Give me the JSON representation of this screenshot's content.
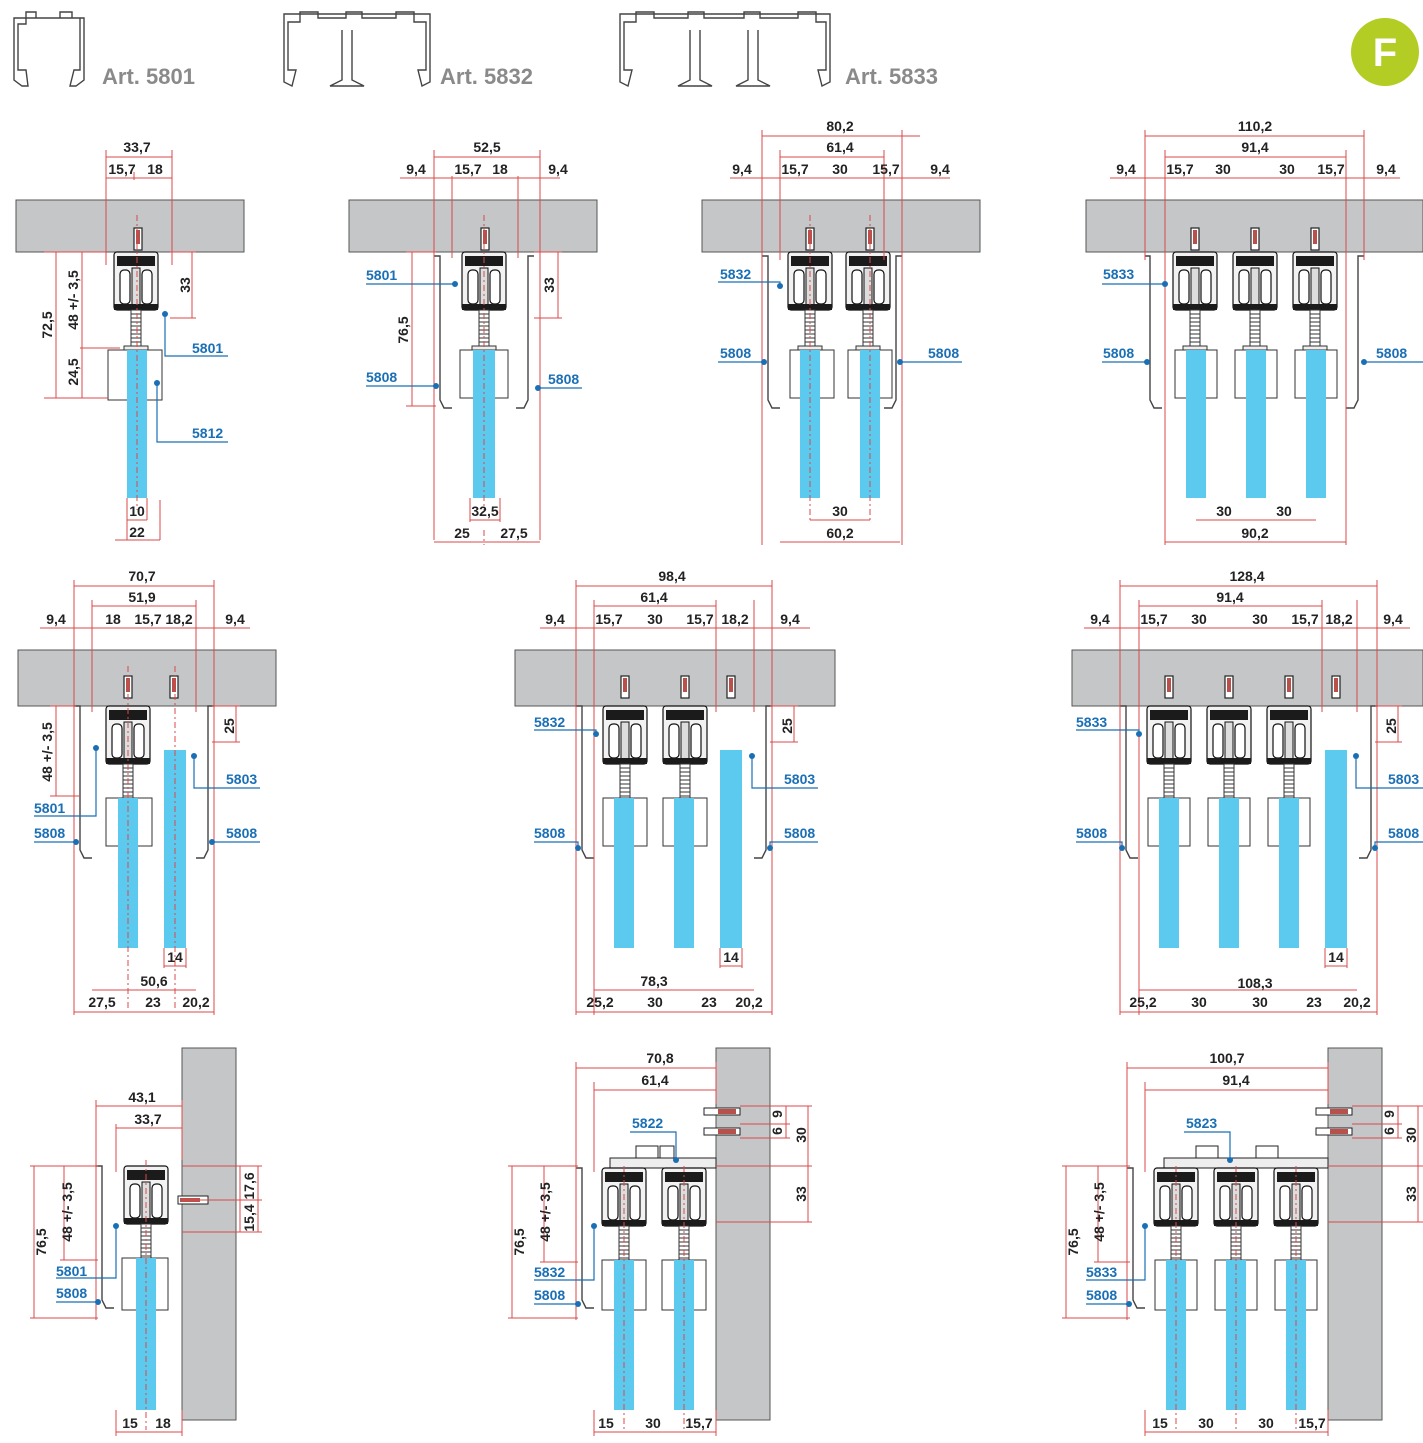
{
  "badge": "F",
  "profiles": [
    {
      "art": "Art. 5801"
    },
    {
      "art": "Art. 5832"
    },
    {
      "art": "Art. 5833"
    }
  ],
  "diagrams": {
    "d1": {
      "w_total": "33,7",
      "w_a": "15,7",
      "w_b": "18",
      "h_total": "72,5",
      "h_adj": "48 +/- 3,5",
      "h_low": "24,5",
      "h_33": "33",
      "lbl_a": "5801",
      "lbl_b": "5812",
      "g_10": "10",
      "g_22": "22"
    },
    "d2": {
      "w_total": "52,5",
      "side_l": "9,4",
      "side_r": "9,4",
      "w_a": "15,7",
      "w_b": "18",
      "h_total": "76,5",
      "h_33": "33",
      "lbl_a": "5801",
      "lbl_b": "5808",
      "lbl_c": "5808",
      "b_mid": "32,5",
      "b_l": "25",
      "b_r": "27,5"
    },
    "d3": {
      "w_total": "80,2",
      "w_inner": "61,4",
      "side_l": "9,4",
      "side_r": "9,4",
      "w_a": "15,7",
      "w_b": "30",
      "w_c": "15,7",
      "lbl_a": "5832",
      "lbl_b": "5808",
      "lbl_c": "5808",
      "b_30": "30",
      "b_total": "60,2"
    },
    "d4": {
      "w_total": "110,2",
      "w_inner": "91,4",
      "side_l": "9,4",
      "side_r": "9,4",
      "w_a": "15,7",
      "w_b": "30",
      "w_c": "30",
      "w_d": "15,7",
      "lbl_a": "5833",
      "lbl_b": "5808",
      "lbl_c": "5808",
      "b_a": "30",
      "b_b": "30",
      "b_total": "90,2"
    },
    "d5": {
      "w_total": "70,7",
      "w_inner": "51,9",
      "side_l": "9,4",
      "side_r": "9,4",
      "w_a": "18",
      "w_b": "15,7",
      "w_c": "18,2",
      "h_adj": "48 +/- 3,5",
      "h_25": "25",
      "lbl_a": "5801",
      "lbl_b": "5808",
      "lbl_c": "5803",
      "lbl_d": "5808",
      "g_14": "14",
      "b_mid": "50,6",
      "b_a": "27,5",
      "b_b": "23",
      "b_c": "20,2"
    },
    "d6": {
      "w_total": "98,4",
      "w_inner": "61,4",
      "side_l": "9,4",
      "side_r": "9,4",
      "w_a": "15,7",
      "w_b": "30",
      "w_c": "15,7",
      "w_d": "18,2",
      "h_25": "25",
      "lbl_a": "5832",
      "lbl_b": "5808",
      "lbl_c": "5803",
      "lbl_d": "5808",
      "g_14": "14",
      "b_mid": "78,3",
      "b_a": "25,2",
      "b_b": "30",
      "b_c": "23",
      "b_d": "20,2"
    },
    "d7": {
      "w_total": "128,4",
      "w_inner": "91,4",
      "side_l": "9,4",
      "side_r": "9,4",
      "w_a": "15,7",
      "w_b": "30",
      "w_c": "30",
      "w_d": "15,7",
      "w_e": "18,2",
      "h_25": "25",
      "lbl_a": "5833",
      "lbl_b": "5808",
      "lbl_c": "5803",
      "lbl_d": "5808",
      "g_14": "14",
      "b_mid": "108,3",
      "b_a": "25,2",
      "b_b": "30",
      "b_c": "30",
      "b_d": "23",
      "b_e": "20,2"
    },
    "d8": {
      "w_total": "43,1",
      "w_inner": "33,7",
      "h_total": "76,5",
      "h_adj": "48 +/- 3,5",
      "h_a": "17,6",
      "h_b": "15,4",
      "lbl_a": "5801",
      "lbl_b": "5808",
      "b_a": "15",
      "b_b": "18"
    },
    "d9": {
      "w_total": "70,8",
      "w_inner": "61,4",
      "h_total": "76,5",
      "h_adj": "48 +/- 3,5",
      "v_9": "9",
      "v_6": "6",
      "v_30": "30",
      "v_33": "33",
      "lbl_a": "5822",
      "lbl_b": "5832",
      "lbl_c": "5808",
      "b_a": "15",
      "b_b": "30",
      "b_c": "15,7"
    },
    "d10": {
      "w_total": "100,7",
      "w_inner": "91,4",
      "h_total": "76,5",
      "h_adj": "48 +/- 3,5",
      "v_9": "9",
      "v_6": "6",
      "v_30": "30",
      "v_33": "33",
      "lbl_a": "5823",
      "lbl_b": "5833",
      "lbl_c": "5808",
      "b_a": "15",
      "b_b": "30",
      "b_c": "30",
      "b_d": "15,7"
    }
  }
}
